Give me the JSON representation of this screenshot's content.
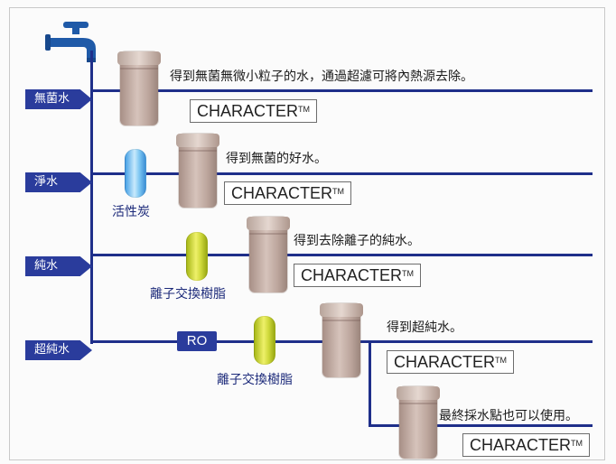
{
  "levels": [
    {
      "label": "無菌水",
      "description": "得到無菌無微小粒子的水，通過超濾可將內熱源去除。",
      "brand": "CHARACTER",
      "tm": "TM"
    },
    {
      "label": "淨水",
      "description": "得到無菌的好水。",
      "brand": "CHARACTER",
      "tm": "TM"
    },
    {
      "label": "純水",
      "description": "得到去除離子的純水。",
      "brand": "CHARACTER",
      "tm": "TM"
    },
    {
      "label": "超純水",
      "description": "得到超純水。",
      "brand": "CHARACTER",
      "tm": "TM"
    }
  ],
  "point_of_use": {
    "description": "最終採水點也可以使用。",
    "brand": "CHARACTER",
    "tm": "TM"
  },
  "media": {
    "activated_carbon": "活性炭",
    "ion_exchange_1": "離子交換樹脂",
    "ro": "RO",
    "ion_exchange_2": "離子交換樹脂"
  },
  "icons": {
    "source": "water-faucet-icon",
    "cartridge": "filter-cartridge-icon"
  },
  "colors": {
    "line": "#1f2f8a",
    "tag": "#2a3c9c",
    "faucet": "#1f5aa8",
    "carbon": "#4aa3e6",
    "resin": "#cfd93a",
    "cartridge": "#c4aea5"
  }
}
